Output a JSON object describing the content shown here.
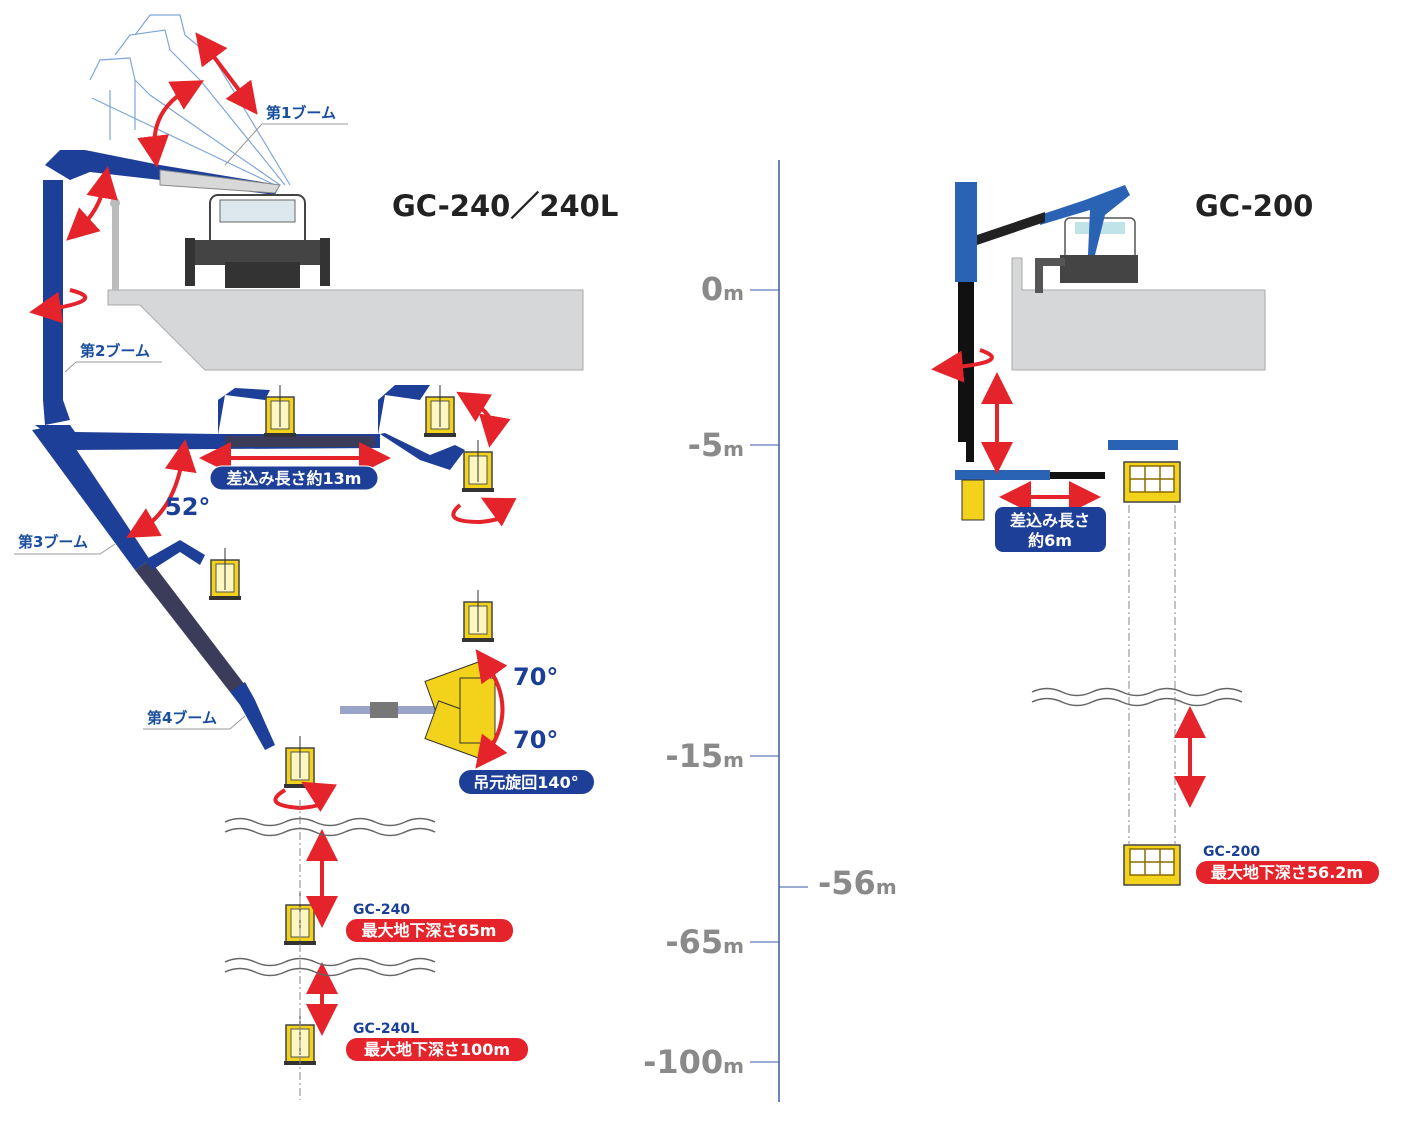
{
  "left": {
    "title": "GC-240／240L",
    "boom_labels": [
      "第1ブーム",
      "第2ブーム",
      "第3ブーム",
      "第4ブーム"
    ],
    "insert_length": "差込み長さ約13m",
    "angle_boom": "52°",
    "angle_up": "70°",
    "angle_down": "70°",
    "rotation": "吊元旋回140°",
    "depth_gc240_model": "GC-240",
    "depth_gc240": "最大地下深さ65m",
    "depth_gc240l_model": "GC-240L",
    "depth_gc240l": "最大地下深さ100m"
  },
  "scale": {
    "ticks": [
      {
        "value": "0",
        "unit": "m"
      },
      {
        "value": "-5",
        "unit": "m"
      },
      {
        "value": "-15",
        "unit": "m"
      },
      {
        "value": "-56",
        "unit": "m"
      },
      {
        "value": "-65",
        "unit": "m"
      },
      {
        "value": "-100",
        "unit": "m"
      }
    ]
  },
  "right": {
    "title": "GC-200",
    "insert_length_line1": "差込み長さ",
    "insert_length_line2": "約6m",
    "depth_model": "GC-200",
    "depth": "最大地下深さ56.2m"
  },
  "colors": {
    "boom": "#1d3f97",
    "accent_red": "#e5232a",
    "basket": "#f2d21a",
    "slab": "#d6d7d8",
    "scale_text": "#8a8a8a"
  }
}
